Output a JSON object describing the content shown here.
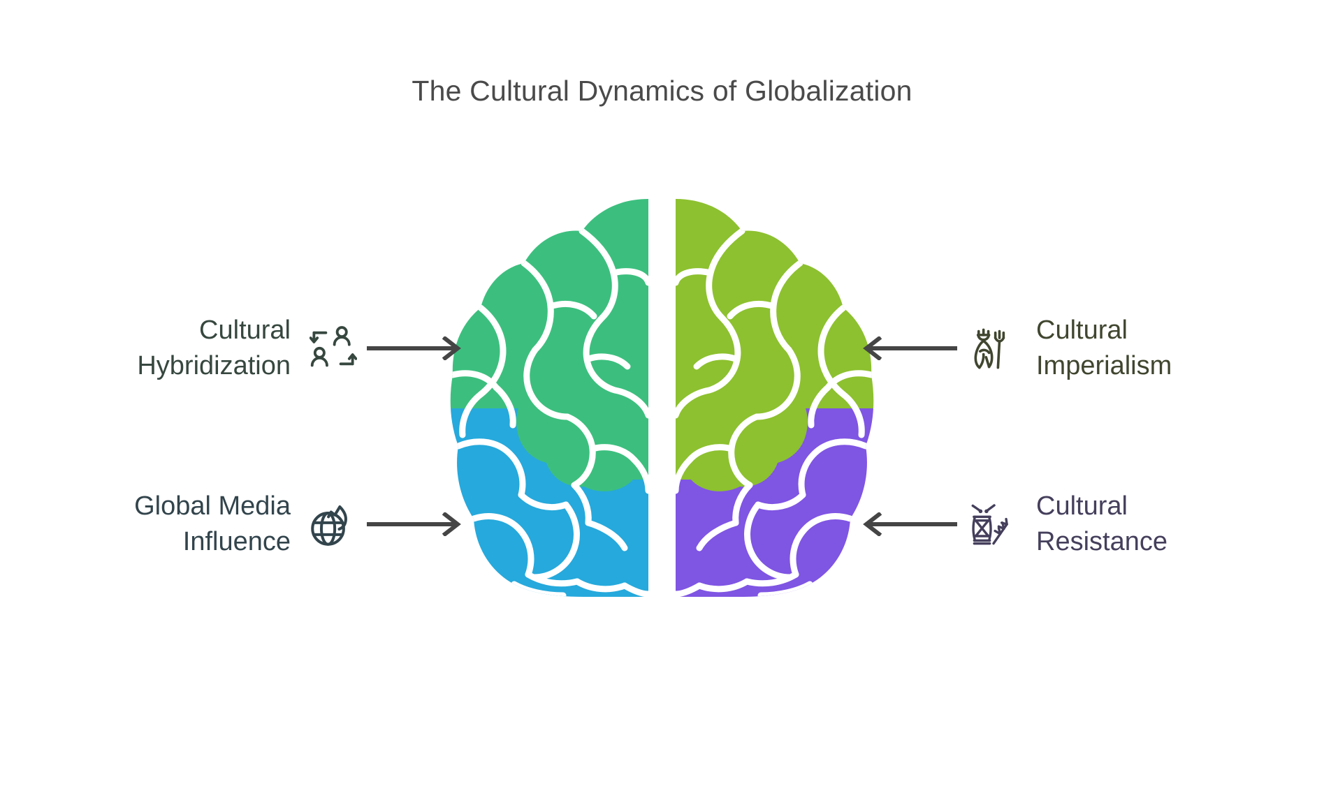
{
  "page": {
    "title": "The Cultural Dynamics of Globalization",
    "background_color": "#ffffff",
    "title_color": "#4a4a4a",
    "arrow_color": "#454545"
  },
  "central_graphic": {
    "name": "brain-illustration",
    "description": "Top-down view of a human brain split into four colored quadrants",
    "quadrants": [
      {
        "position": "upper-left",
        "color": "#3cbf7e",
        "linked_label": "Cultural Hybridization"
      },
      {
        "position": "upper-right",
        "color": "#8dc12f",
        "linked_label": "Cultural Imperialism"
      },
      {
        "position": "lower-left",
        "color": "#26a9dc",
        "linked_label": "Global Media Influence"
      },
      {
        "position": "lower-right",
        "color": "#7f55e3",
        "linked_label": "Cultural Resistance"
      }
    ],
    "sulci_color": "#ffffff"
  },
  "labels": {
    "left": [
      {
        "id": "hybridization",
        "line1": "Cultural",
        "line2": "Hybridization",
        "text": "Cultural\nHybridization",
        "color": "#36473f",
        "icon": "people-exchange-icon",
        "arrow": "arrow-right-icon"
      },
      {
        "id": "global-media",
        "line1": "Global Media",
        "line2": "Influence",
        "text": "Global Media\nInfluence",
        "color": "#32444c",
        "icon": "globe-trend-icon",
        "arrow": "arrow-right-icon"
      }
    ],
    "right": [
      {
        "id": "imperialism",
        "line1": "Cultural",
        "line2": "Imperialism",
        "text": "Cultural\nImperialism",
        "color": "#40462f",
        "icon": "crowned-figure-pitchfork-icon",
        "arrow": "arrow-left-icon"
      },
      {
        "id": "resistance",
        "line1": "Cultural",
        "line2": "Resistance",
        "text": "Cultural\nResistance",
        "color": "#453f5c",
        "icon": "tribal-drum-icon",
        "arrow": "arrow-left-icon"
      }
    ]
  }
}
